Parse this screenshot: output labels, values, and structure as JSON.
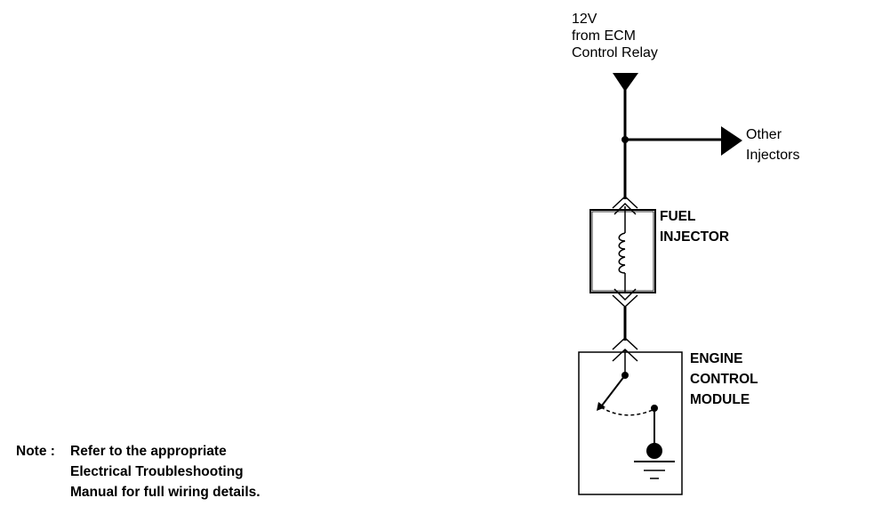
{
  "supply": {
    "line1": "12V",
    "line2": "from ECM",
    "line3": "Control Relay"
  },
  "other_injectors": {
    "line1": "Other",
    "line2": "Injectors"
  },
  "fuel_injector": {
    "line1": "FUEL",
    "line2": "INJECTOR"
  },
  "ecm": {
    "line1": "ENGINE",
    "line2": "CONTROL",
    "line3": "MODULE"
  },
  "note": {
    "prefix": "Note :",
    "line1": "Refer to the appropriate",
    "line2": "Electrical Troubleshooting",
    "line3": "Manual for full wiring details."
  }
}
